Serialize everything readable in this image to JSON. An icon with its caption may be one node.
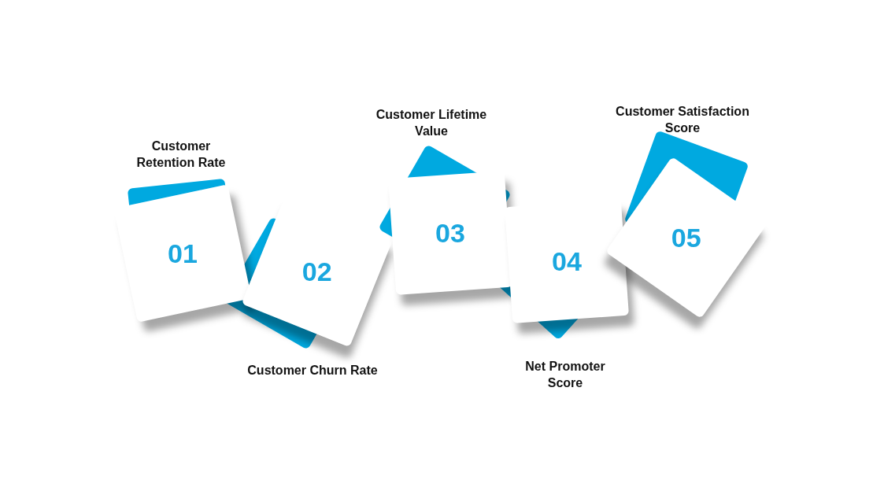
{
  "diagram": {
    "nodes": [
      {
        "text": [
          "01"
        ],
        "beside": [
          "Customer Retention Rate"
        ]
      },
      {
        "text": [
          "02"
        ],
        "beside": [
          "Customer Churn Rate"
        ]
      },
      {
        "text": [
          "03"
        ],
        "beside": [
          "Customer Lifetime Value"
        ]
      },
      {
        "text": [
          "04"
        ],
        "beside": [
          "Net Promoter Score"
        ]
      },
      {
        "text": [
          "05"
        ],
        "beside": [
          "Customer Satisfaction  Score"
        ]
      }
    ]
  }
}
